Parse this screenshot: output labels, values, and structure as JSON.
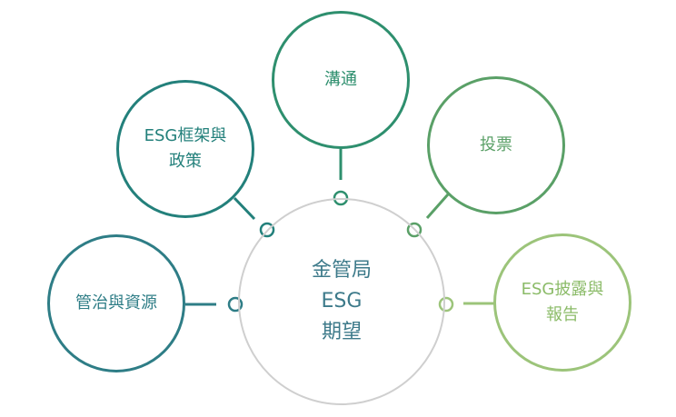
{
  "center": {
    "line1": "金管局",
    "line2": "ESG",
    "line3": "期望"
  },
  "nodes": [
    {
      "line1": "管治與資源",
      "line2": "",
      "color": "#2e7d86"
    },
    {
      "line1": "ESG框架與",
      "line2": "政策",
      "color": "#23807b"
    },
    {
      "line1": "溝通",
      "line2": "",
      "color": "#2e8f6e"
    },
    {
      "line1": "投票",
      "line2": "",
      "color": "#5aa067"
    },
    {
      "line1": "ESG披露與",
      "line2": "報告",
      "color": "#9cc47a"
    }
  ],
  "hub_color": "#cfcfcf"
}
